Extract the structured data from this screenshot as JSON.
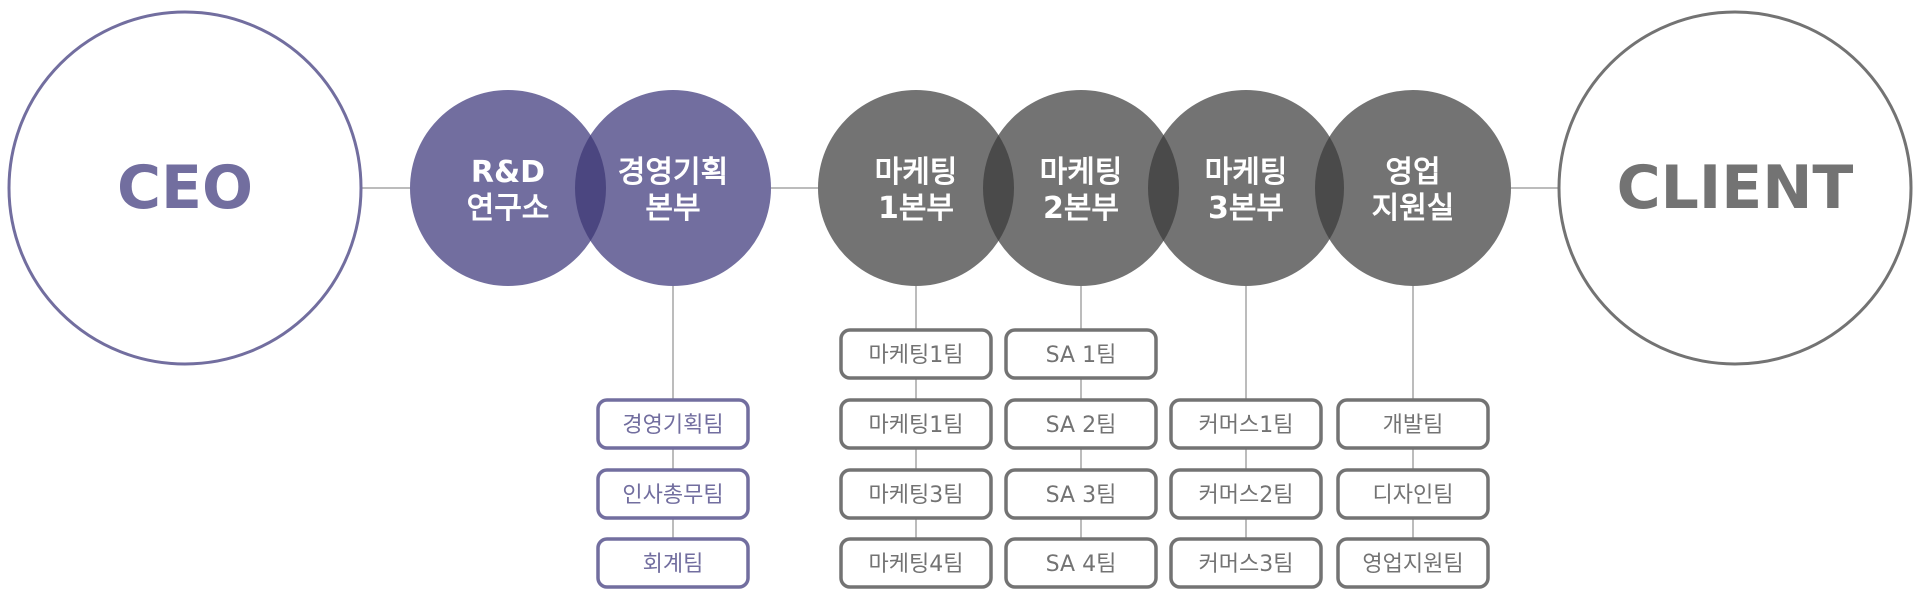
{
  "colors": {
    "purple": "#726e9f",
    "purple_overlap": "#4b4680",
    "gray": "#737373",
    "gray_overlap": "#4a4a4a",
    "line": "#a6a6a6"
  },
  "ceo": {
    "label": "CEO"
  },
  "client": {
    "label": "CLIENT"
  },
  "divisions": [
    {
      "id": "rnd",
      "line1": "R&D",
      "line2": "연구소",
      "tone": "purple",
      "teams": []
    },
    {
      "id": "mgmt",
      "line1": "경영기획",
      "line2": "본부",
      "tone": "purple",
      "teams": [
        "경영기획팀",
        "인사총무팀",
        "회계팀"
      ]
    },
    {
      "id": "mkt1",
      "line1": "마케팅",
      "line2": "1본부",
      "tone": "gray",
      "teams": [
        "마케팅1팀",
        "마케팅1팀",
        "마케팅3팀",
        "마케팅4팀"
      ]
    },
    {
      "id": "mkt2",
      "line1": "마케팅",
      "line2": "2본부",
      "tone": "gray",
      "teams": [
        "SA 1팀",
        "SA 2팀",
        "SA 3팀",
        "SA 4팀"
      ]
    },
    {
      "id": "mkt3",
      "line1": "마케팅",
      "line2": "3본부",
      "tone": "gray",
      "teams": [
        "커머스1팀",
        "커머스2팀",
        "커머스3팀"
      ]
    },
    {
      "id": "sales",
      "line1": "영업",
      "line2": "지원실",
      "tone": "gray",
      "teams": [
        "개발팀",
        "디자인팀",
        "영업지원팀"
      ]
    }
  ]
}
